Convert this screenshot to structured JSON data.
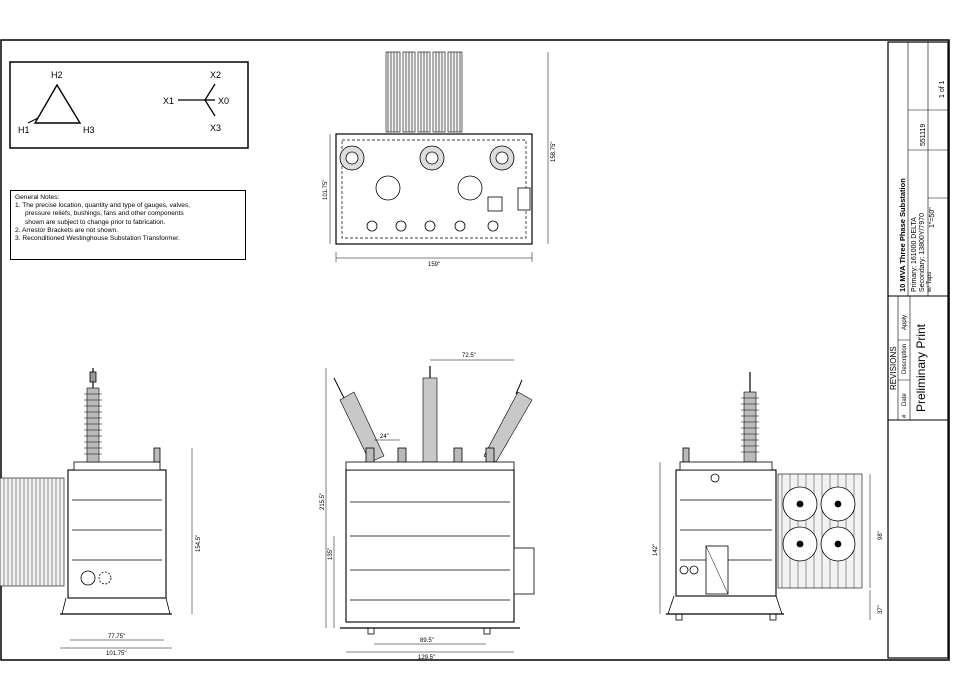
{
  "drawing": {
    "symbols": {
      "delta": {
        "h1": "H1",
        "h2": "H2",
        "h3": "H3"
      },
      "wye": {
        "x0": "X0",
        "x1": "X1",
        "x2": "X2",
        "x3": "X3"
      }
    },
    "general_notes": {
      "title": "General Notes:",
      "items": [
        "1.  The precise location, quantity and type of gauges, valves,",
        "pressure reliefs, bushings, fans and other components",
        "shown are subject to change prior to fabrication.",
        "2.  Arrestor Brackets are not shown.",
        "3.  Reconditioned Westinghouse Substation Transformer."
      ]
    },
    "dimensions": {
      "top_height_1": "158.75\"",
      "top_height_2": "101.75\"",
      "top_width": "159\"",
      "front_bushing_span": "72.5\"",
      "front_small_span": "24\"",
      "front_overall_height": "215.5\"",
      "front_tank_height": "135\"",
      "front_base_width": "89.5\"",
      "front_overall_width": "129.5\"",
      "left_height": "154.5\"",
      "left_base_width": "77.75\"",
      "left_overall_width": "101.75\"",
      "right_tank_height": "142\"",
      "right_fan_height": "98\"",
      "right_low_height": "37\""
    },
    "title_block": {
      "revisions_label": "REVISIONS",
      "col_num": "#",
      "col_date": "Date",
      "col_description": "Description",
      "col_apply": "Apply",
      "preliminary": "Preliminary Print",
      "title": "10 MVA Three Phase Substation",
      "primary": "Primary: 161000 DELTA",
      "secondary": "Secondary: 13800Y/7970",
      "taps": "w/ Taps",
      "scale": "1\"=50\"",
      "job_number": "551119",
      "sheet": "1 of 1"
    }
  }
}
